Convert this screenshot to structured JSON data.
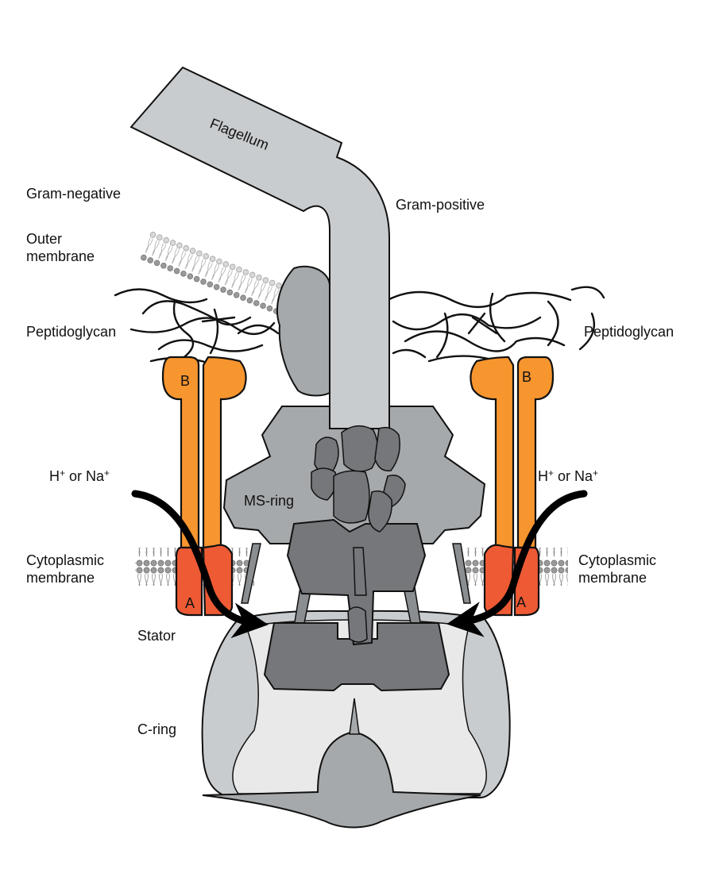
{
  "labels": {
    "flagellum": "Flagellum",
    "gram_negative": "Gram-negative",
    "gram_positive": "Gram-positive",
    "outer_membrane": "Outer membrane",
    "peptidoglycan_left": "Peptidoglycan",
    "peptidoglycan_right": "Peptidoglycan",
    "ion_left": {
      "h": "H",
      "plus": "+",
      "or": " or Na",
      "plus2": "+"
    },
    "ion_right": {
      "h": "H",
      "plus": "+",
      "or": " or Na",
      "plus2": "+"
    },
    "ms_ring": "MS-ring",
    "cytoplasmic_membrane_left": "Cytoplasmic membrane",
    "cytoplasmic_membrane_right": "Cytoplasmic membrane",
    "stator": "Stator",
    "c_ring": "C-ring",
    "motb_left": "B",
    "motb_right": "B",
    "mota_left": "A",
    "mota_right": "A"
  },
  "colors": {
    "mot_b": "#f7952f",
    "mot_a": "#ee5a34",
    "light_gray": "#c9ccce",
    "mid_gray": "#a6a9ab",
    "dark_gray": "#75777b",
    "pale_gray": "#e9e9e9",
    "membrane_head": "#9a9a9a"
  }
}
